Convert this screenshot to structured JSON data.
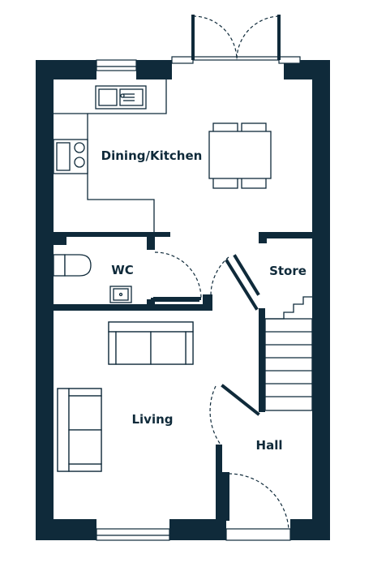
{
  "rooms": {
    "dining_kitchen": "Dining/Kitchen",
    "wc": "WC",
    "store": "Store",
    "living": "Living",
    "hall": "Hall"
  },
  "colors": {
    "wall": "#0f2a3a",
    "background": "#ffffff"
  }
}
